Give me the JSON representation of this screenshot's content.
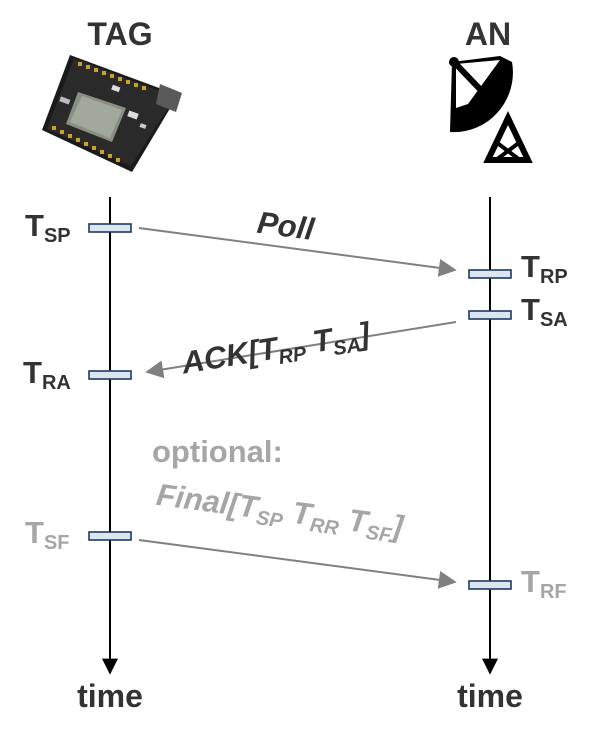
{
  "header": {
    "tag_label": "TAG",
    "an_label": "AN"
  },
  "axis": {
    "tag_time": "time",
    "an_time": "time"
  },
  "timestamps": {
    "t_sp": {
      "main": "T",
      "sub": "SP"
    },
    "t_ra": {
      "main": "T",
      "sub": "RA"
    },
    "t_sf": {
      "main": "T",
      "sub": "SF"
    },
    "t_rp": {
      "main": "T",
      "sub": "RP"
    },
    "t_sa": {
      "main": "T",
      "sub": "SA"
    },
    "t_rf": {
      "main": "T",
      "sub": "RF"
    }
  },
  "messages": {
    "poll": "Poll",
    "ack": {
      "prefix": "ACK[",
      "t1": "T",
      "s1": "RP",
      "t2": " T",
      "s2": "SA",
      "suffix": "]"
    },
    "final": {
      "prefix": "Final[",
      "t1": "T",
      "s1": "SP",
      "t2": " T",
      "s2": "RR",
      "t3": " T",
      "s3": "SF",
      "suffix": "]"
    }
  },
  "optional_label": "optional:",
  "colors": {
    "dark": "#333333",
    "gray": "#a6a6a6",
    "arrow": "#808080",
    "marker_fill": "#dce6f2",
    "marker_stroke": "#1f3a5f"
  }
}
